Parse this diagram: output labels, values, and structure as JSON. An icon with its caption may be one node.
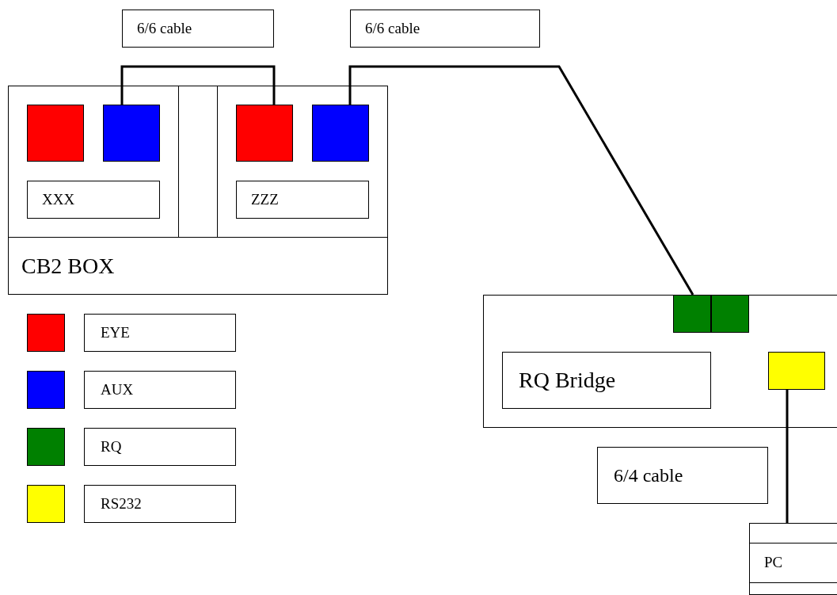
{
  "diagram": {
    "nodes": [
      {
        "text": [
          "6/6 cable"
        ]
      },
      {
        "text": [
          "6/6 cable"
        ]
      },
      {
        "text": [
          "CB2 BOX"
        ]
      },
      {
        "text": [],
        "shape": "box",
        "in": 2
      },
      {
        "text": [],
        "shape": "box",
        "in": 3
      },
      {
        "text": [],
        "shape": "box",
        "in": 3
      },
      {
        "text": [
          "XXX"
        ],
        "in": 3
      },
      {
        "text": [],
        "shape": "box",
        "in": 2
      },
      {
        "text": [],
        "shape": "box",
        "in": 7
      },
      {
        "text": [],
        "shape": "box",
        "in": 7
      },
      {
        "text": [
          "ZZZ"
        ],
        "in": 7
      },
      {
        "text": [],
        "shape": "box"
      },
      {
        "text": [],
        "shape": "box",
        "in": 11
      },
      {
        "text": [],
        "shape": "box",
        "in": 11
      },
      {
        "text": [
          "RQ Bridge"
        ],
        "in": 11
      },
      {
        "text": [],
        "shape": "box",
        "in": 11
      },
      {
        "text": [
          "6/4 cable"
        ]
      },
      {
        "text": [
          "PC"
        ]
      }
    ],
    "edges": [
      {
        "from": 5,
        "to": 8,
        "arrow": "none"
      },
      {
        "from": 9,
        "to": 12,
        "arrow": "none"
      },
      {
        "from": 15,
        "to": 17,
        "arrow": "none"
      }
    ],
    "legend": [
      {
        "text": "EYE",
        "color": "#ff0000"
      },
      {
        "text": "AUX",
        "color": "#0000ff"
      },
      {
        "text": "RQ",
        "color": "#008000"
      },
      {
        "text": "RS232",
        "color": "#ffff00"
      }
    ]
  }
}
